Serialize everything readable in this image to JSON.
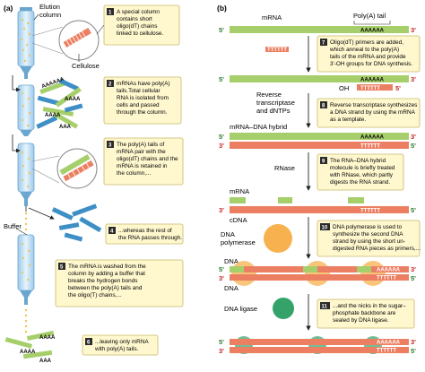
{
  "panels": {
    "a": "(a)",
    "b": "(b)"
  },
  "labels_a": {
    "elution_column": [
      "Elution",
      "column"
    ],
    "cellulose": "Cellulose",
    "buffer": "Buffer"
  },
  "steps_a": [
    {
      "n": "1",
      "lines": [
        "A special column",
        "contains short",
        "oligo(dT) chains",
        "linked to cellulose."
      ]
    },
    {
      "n": "2",
      "lines": [
        "mRNAs have poly(A)",
        "tails.Total cellular",
        "RNA is isolated from",
        "cells and passed",
        "through the column."
      ]
    },
    {
      "n": "3",
      "lines": [
        "The poly(A) tails of",
        "mRNA pair with the",
        "oligo(dT) chains and the",
        "mRNA is retained in",
        "the column,..."
      ]
    },
    {
      "n": "4",
      "lines": [
        "...whereas the rest of",
        "the RNA passes through."
      ]
    },
    {
      "n": "5",
      "lines": [
        "The mRNA is washed from the",
        "column by adding a buffer that",
        "breaks the hydrogen bonds",
        "between the poly(A) tails and",
        "the oligo(T) chains,..."
      ]
    },
    {
      "n": "6",
      "lines": [
        "...leaving only mRNA",
        "with poly(A) tails."
      ]
    }
  ],
  "labels_b": {
    "mrna": "mRNA",
    "polya_tail": "Poly(A) tail",
    "reverse_transcriptase": [
      "Reverse",
      "transcriptase",
      "and dNTPs"
    ],
    "hybrid": "mRNA–DNA hybrid",
    "rnase": "RNase",
    "mrna2": "mRNA",
    "cdna": "cDNA",
    "dna_polymerase": [
      "DNA",
      "polymerase"
    ],
    "dna1": "DNA",
    "dna2": "DNA",
    "dna_ligase": "DNA ligase",
    "oh": "OH"
  },
  "steps_b": [
    {
      "n": "7",
      "lines": [
        "Oligo(dT) primers are added,",
        "which anneal to the poly(A)",
        "tails of the mRNA and provide",
        "3'-OH groups for DNA synthesis."
      ]
    },
    {
      "n": "8",
      "lines": [
        "Reverse transcriptase synthesizes",
        "a DNA strand by using the mRNA",
        "as a template."
      ]
    },
    {
      "n": "9",
      "lines": [
        "The RNA–DNA hybrid",
        "molecule is briefly treated",
        "with RNase, which partly",
        "digests the RNA strand."
      ]
    },
    {
      "n": "10",
      "lines": [
        "DNA polymerase is used to",
        "synthesize the second DNA",
        "strand by using the short un-",
        "digested RNA pieces as primers,..."
      ]
    },
    {
      "n": "11",
      "lines": [
        "...and the nicks in the sugar–",
        "phosphate backbone are",
        "sealed by DNA ligase."
      ]
    }
  ],
  "sequences": {
    "polya": "AAAAAA",
    "polyt": "TTTTTT",
    "aaaa": "AAAA",
    "aaa": "AAA"
  },
  "ends": {
    "five": "5'",
    "three": "3'"
  },
  "colors": {
    "rna_green": "#a6cf6b",
    "dna_salmon": "#ec7f62",
    "box_fill": "#fff8cf",
    "box_stroke": "#c9b66a",
    "badge": "#2b2b2b",
    "polymerase": "#f7b24f",
    "ligase": "#33a36a",
    "column_blue": "#bfe0f5",
    "column_dots": "#f0c44c"
  }
}
